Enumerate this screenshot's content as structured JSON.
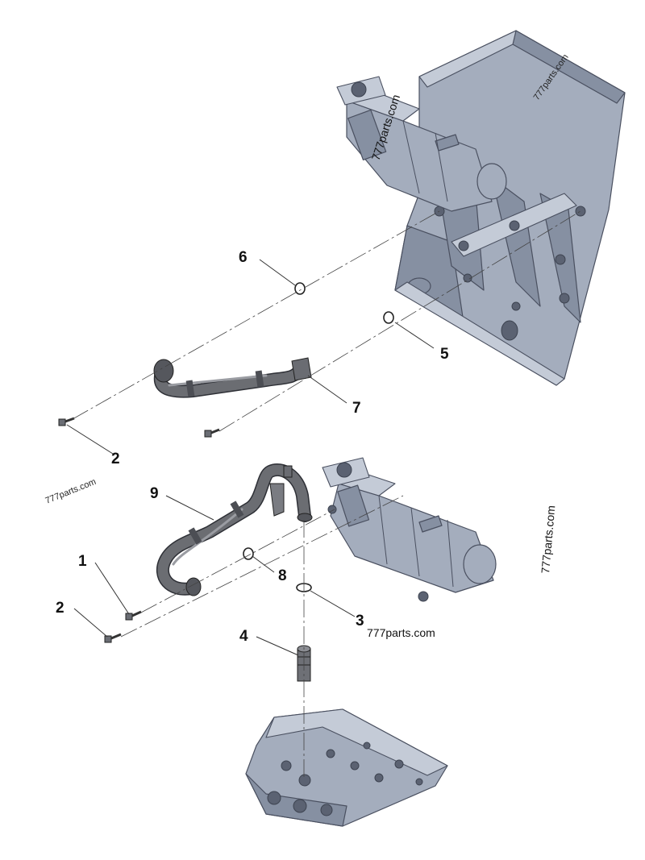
{
  "callouts": {
    "c6": "6",
    "c5": "5",
    "c7": "7",
    "c2a": "2",
    "c9": "9",
    "c1": "1",
    "c8": "8",
    "c2b": "2",
    "c3": "3",
    "c4": "4"
  },
  "watermarks": {
    "w1": "777parts.com",
    "w2": "777parts.com",
    "w3": "777parts.com",
    "w4": "777parts.com",
    "w5": "777parts.com"
  }
}
